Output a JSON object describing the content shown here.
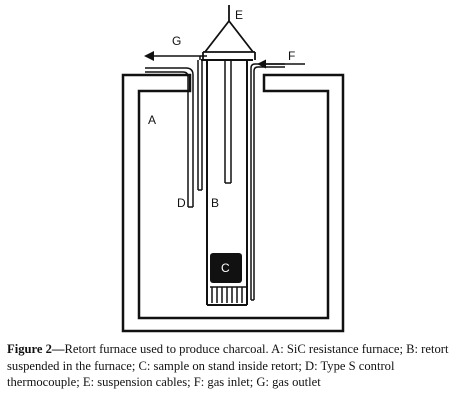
{
  "diagram": {
    "labels": {
      "A": "A",
      "B": "B",
      "C": "C",
      "D": "D",
      "E": "E",
      "F": "F",
      "G": "G"
    }
  },
  "caption": {
    "lead": "Figure 2—",
    "text": "Retort furnace used to produce charcoal. A: SiC resistance furnace; B: retort suspended in the furnace; C: sample on stand inside retort; D: Type S control thermocouple; E: suspension cables; F: gas inlet; G: gas outlet"
  }
}
